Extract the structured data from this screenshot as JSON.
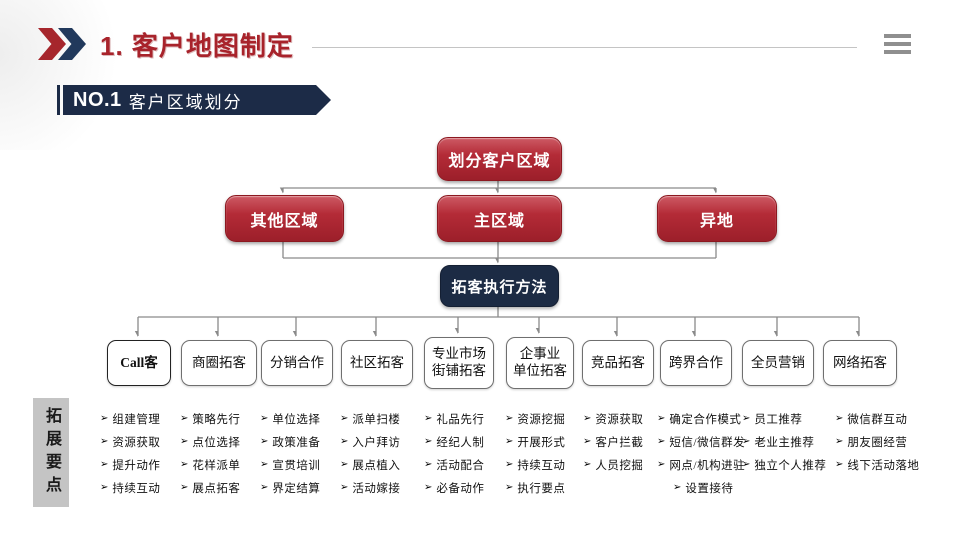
{
  "header": {
    "title": "1. 客户地图制定",
    "menu_icon": "hamburger-icon",
    "title_marker_icon": "double-chevron-icon"
  },
  "section_banner": {
    "number": "NO.1",
    "title": "客户区域划分"
  },
  "side_label": "拓展要点",
  "colors": {
    "accent_red": "#A8232B",
    "navy": "#1C2B47",
    "node_red": "#A52630",
    "line_gray": "#8A8A8A",
    "side_label_bg": "#C4C4C4"
  },
  "flow": {
    "bullet_glyph": "➢",
    "root": "划分客户区域",
    "regions": [
      "其他区域",
      "主区域",
      "异地"
    ],
    "method_node": "拓客执行方法",
    "columns": [
      {
        "label": "Call客",
        "points": [
          "组建管理",
          "资源获取",
          "提升动作",
          "持续互动"
        ]
      },
      {
        "label": "商圈拓客",
        "points": [
          "策略先行",
          "点位选择",
          "花样派单",
          "展点拓客"
        ]
      },
      {
        "label": "分销合作",
        "points": [
          "单位选择",
          "政策准备",
          "宣贯培训",
          "界定结算"
        ]
      },
      {
        "label": "社区拓客",
        "points": [
          "派单扫楼",
          "入户拜访",
          "展点植入",
          "活动嫁接"
        ]
      },
      {
        "label": "专业市场\n街铺拓客",
        "points": [
          "礼品先行",
          "经纪人制",
          "活动配合",
          "必备动作"
        ]
      },
      {
        "label": "企事业\n单位拓客",
        "points": [
          "资源挖掘",
          "开展形式",
          "持续互动",
          "执行要点"
        ]
      },
      {
        "label": "竞品拓客",
        "points": [
          "资源获取",
          "客户拦截",
          "人员挖掘"
        ]
      },
      {
        "label": "跨界合作",
        "points": [
          "确定合作模式",
          "短信/微信群发",
          "网点/机构进驻",
          "设置接待"
        ]
      },
      {
        "label": "全员营销",
        "points": [
          "员工推荐",
          "老业主推荐",
          "独立个人推荐"
        ]
      },
      {
        "label": "网络拓客",
        "points": [
          "微信群互动",
          "朋友圈经营",
          "线下活动落地"
        ]
      }
    ]
  }
}
